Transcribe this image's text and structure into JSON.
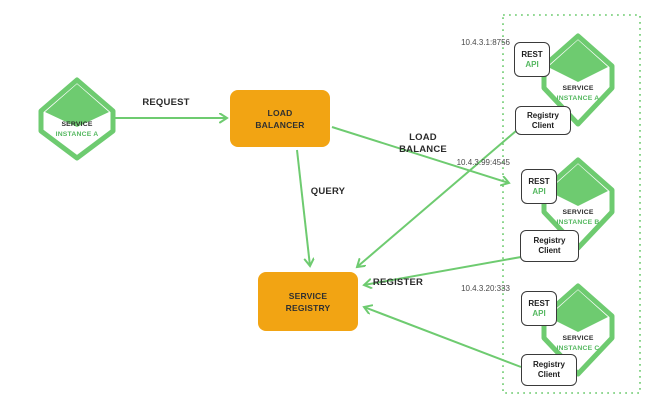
{
  "colors": {
    "green": "#6ecb70",
    "orange": "#f2a413",
    "text_dark": "#2b2b2b",
    "box_border": "#3a3a3a"
  },
  "client": {
    "name": "SERVICE",
    "instance": "INSTANCE A"
  },
  "load_balancer": {
    "line1": "LOAD",
    "line2": "BALANCER"
  },
  "service_registry": {
    "line1": "SERVICE",
    "line2": "REGISTRY"
  },
  "labels": {
    "request": "REQUEST",
    "load_balance_1": "LOAD",
    "load_balance_2": "BALANCE",
    "query": "QUERY",
    "register": "REGISTER"
  },
  "instances": [
    {
      "ip": "10.4.3.1:8756",
      "name": "SERVICE",
      "instance": "INSTANCE A",
      "rest_line1": "REST",
      "rest_line2": "API",
      "client_line1": "Registry",
      "client_line2": "Client"
    },
    {
      "ip": "10.4.3.99:4545",
      "name": "SERVICE",
      "instance": "INSTANCE B",
      "rest_line1": "REST",
      "rest_line2": "API",
      "client_line1": "Registry",
      "client_line2": "Client"
    },
    {
      "ip": "10.4.3.20:333",
      "name": "SERVICE",
      "instance": "INSTANCE C",
      "rest_line1": "REST",
      "rest_line2": "API",
      "client_line1": "Registry",
      "client_line2": "Client"
    }
  ]
}
